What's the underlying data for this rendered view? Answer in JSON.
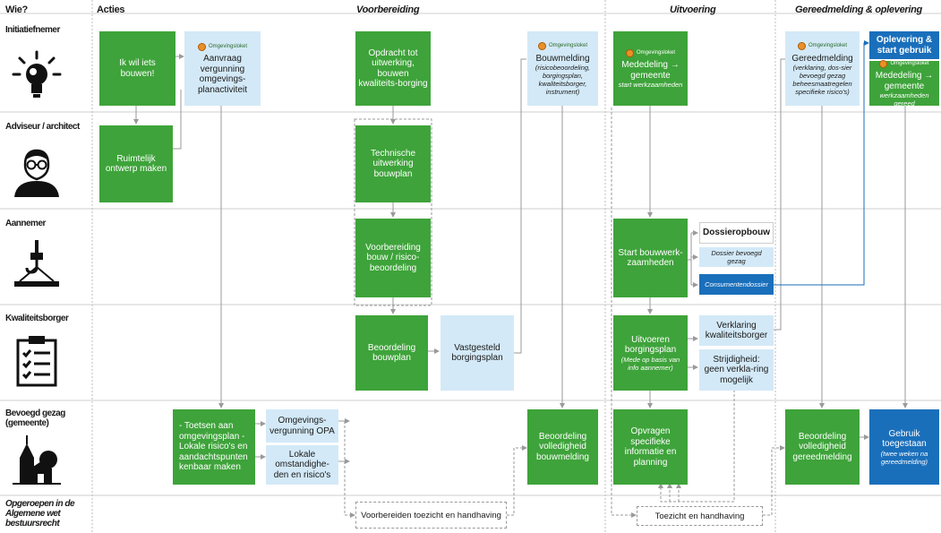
{
  "headers": {
    "wie": "Wie?",
    "acties": "Acties",
    "voorbereiding": "Voorbereiding",
    "uitvoering": "Uitvoering",
    "gereedmelding": "Gereedmelding & oplevering"
  },
  "roles": [
    {
      "label": "Initiatiefnemer",
      "icon": "lightbulb-icon"
    },
    {
      "label": "Adviseur / architect",
      "icon": "person-glasses-icon"
    },
    {
      "label": "Aannemer",
      "icon": "crane-hook-icon"
    },
    {
      "label": "Kwaliteitsborger",
      "icon": "checklist-clipboard-icon"
    },
    {
      "label": "Bevoegd gezag (gemeente)",
      "icon": "church-town-icon"
    },
    {
      "label": "Opgeroepen in de Algemene wet bestuursrecht",
      "icon": ""
    }
  ],
  "tag_label": "Omgevingsloket",
  "boxes": {
    "ikwil": "Ik wil iets bouwen!",
    "aanvraag": "Aanvraag vergunning omgevings-planactiviteit",
    "ruimtelijk": "Ruimtelijk ontwerp maken",
    "opdracht": "Opdracht tot uitwerking, bouwen kwaliteits-borging",
    "technische": "Technische uitwerking bouwplan",
    "voorb_bouw": "Voorbereiding bouw / risico-beoordeling",
    "beoordeling_bouwplan": "Beoordeling bouwplan",
    "vastgesteld": "Vastgesteld borgingsplan",
    "bouwmelding_title": "Bouwmelding",
    "bouwmelding_sub": "(risicobeoordeling, borgingsplan, kwaliteitsborger, instrument)",
    "mededeling_title": "Mededeling → gemeente",
    "mededeling_sub": "start werkzaamheden",
    "start_bouw": "Start bouwwerk-zaamheden",
    "dossieropbouw": "Dossieropbouw",
    "dossier_gezag": "Dossier bevoegd gezag",
    "consumentendossier": "Consumentendossier",
    "uitvoeren_title": "Uitvoeren borgingsplan",
    "uitvoeren_sub": "(Mede op basis van info aannemer)",
    "verklaring": "Verklaring kwaliteitsborger",
    "strijdigheid": "Strijdigheid: geen verkla-ring mogelijk",
    "gereedmelding_title": "Gereedmelding",
    "gereedmelding_sub": "(verklaring, dos-sier bevoegd gezag beheesmaatregelen specifieke risico's)",
    "oplevering": "Oplevering & start gebruik",
    "mededeling2_title": "Mededeling → gemeente",
    "mededeling2_sub": "werkzaamheden gereed",
    "toetsen": "- Toetsen aan omgevingsplan - Lokale risico's en aandachtspunten kenbaar maken",
    "omgevingsvergunning": "Omgevings-vergunning OPA",
    "lokale": "Lokale omstandighe-den en risico's",
    "beoordeling_volledig_bouw": "Beoordeling volledigheid bouwmelding",
    "opvragen": "Opvragen specifieke informatie en planning",
    "beoordeling_volledig_gereed": "Beoordeling volledigheid gereedmelding",
    "gebruik_title": "Gebruik toegestaan",
    "gebruik_sub": "(twee weken na gereedmelding)",
    "voorbereiden_toezicht": "Voorbereiden toezicht en handhaving",
    "toezicht": "Toezicht en handhaving"
  },
  "colors": {
    "green": "#3ea33a",
    "light_blue": "#d3e9f7",
    "dark_blue": "#1a6fbb",
    "tag_dot": "#e8912b"
  }
}
